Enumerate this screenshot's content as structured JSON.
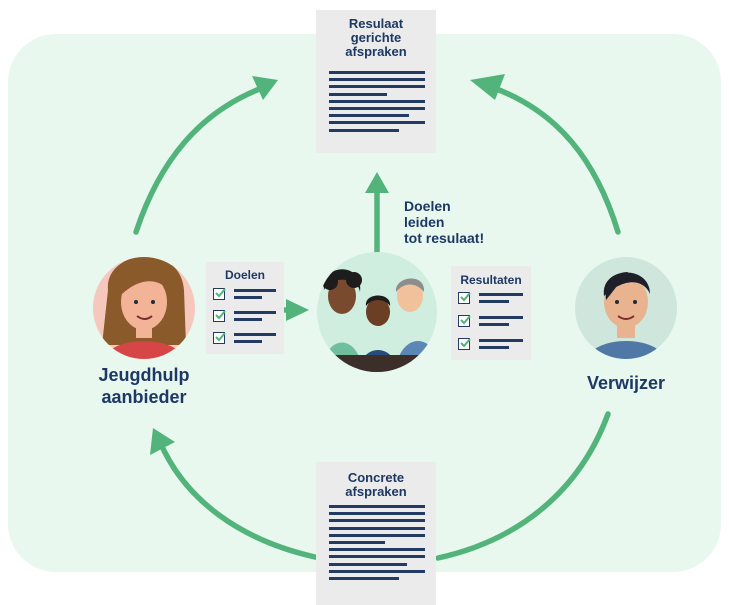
{
  "doc_top": {
    "title_lines": [
      "Resulaat",
      "gerichte",
      "afspraken"
    ]
  },
  "doc_bottom": {
    "title_lines": [
      "Concrete",
      "afspraken"
    ]
  },
  "card_goals": {
    "title": "Doelen"
  },
  "card_results": {
    "title": "Resultaten"
  },
  "note": {
    "lines": [
      "Doelen",
      "leiden",
      "tot resulaat!"
    ]
  },
  "person_left": {
    "label_lines": [
      "Jeugdhulp",
      "aanbieder"
    ]
  },
  "person_right": {
    "label": "Verwijzer"
  },
  "colors": {
    "accent_green": "#52b47a",
    "background_panel": "#e8f8ef",
    "navy_text": "#1d3864",
    "document_gray": "#ebebeb"
  },
  "icons": [
    "jeugdhulp-aanbieder-avatar",
    "family-avatar",
    "verwijzer-avatar",
    "checkbox-icon",
    "arrow-icon"
  ]
}
